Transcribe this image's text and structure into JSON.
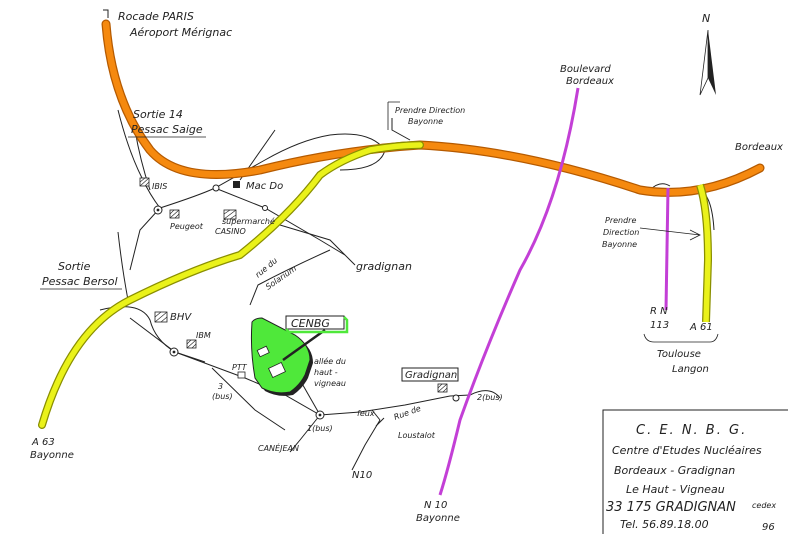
{
  "colors": {
    "rocade": "#f5890f",
    "rocade_edge": "#b55a00",
    "highway_yellow": "#eaf21a",
    "highway_yellow_edge": "#8a8f00",
    "n10_purple": "#c33fd6",
    "rn113_purple": "#c33fd6",
    "cenbg_green": "#4fe83a",
    "ink": "#222222"
  },
  "icons": {
    "north_arrow": "north-arrow-icon",
    "junction": "junction-circle-icon",
    "building": "hatched-building-icon",
    "macdo": "filled-square-icon",
    "bus_stop": "bus-stop-icon"
  },
  "labels": {
    "rocade_paris": "Rocade PARIS",
    "aeroport": "Aéroport Mérignac",
    "sortie14_a": "Sortie 14",
    "sortie14_b": "Pessac Saige",
    "prendre_direction_1a": "Prendre Direction",
    "prendre_direction_1b": "Bayonne",
    "boulevard_a": "Boulevard",
    "boulevard_b": "Bordeaux",
    "bordeaux": "Bordeaux",
    "ibis": "IBIS",
    "macdo": "Mac Do",
    "peugeot": "Peugeot",
    "supermarche": "supermarché",
    "casino": "CASINO",
    "gradignan_road": "gradignan",
    "rue_du": "rue du",
    "solarium": "Solarium",
    "sortie_bersol_a": "Sortie",
    "sortie_bersol_b": "Pessac Bersol",
    "bhv": "BHV",
    "ibm": "IBM",
    "cenbg": "CENBG",
    "allee_1": "allée du",
    "allee_2": "haut -",
    "allee_3": "vigneau",
    "ptt": "PTT",
    "bus3_a": "3",
    "bus3_b": "(bus)",
    "bus1": "1(bus)",
    "bus2": "2(bus)",
    "canejean": "CANÉJEAN",
    "feux": "feux",
    "rue_de": "Rue de",
    "loustalot": "Loustalot",
    "gradignan_box": "Gradignan",
    "n10_small": "N10",
    "n10": "N 10",
    "bayonne": "Bayonne",
    "a63": "A 63",
    "a63_bayonne": "Bayonne",
    "prendre_direction_2a": "Prendre",
    "prendre_direction_2b": "Direction",
    "prendre_direction_2c": "Bayonne",
    "rn": "R N",
    "rn_113": "113",
    "a61": "A 61",
    "toulouse": "Toulouse",
    "langon": "Langon",
    "north": "N"
  },
  "card": {
    "line1": "C. E. N. B. G.",
    "line2": "Centre d'Etudes Nucléaires",
    "line3": "Bordeaux - Gradignan",
    "line4": "Le Haut - Vigneau",
    "line5": "33 175  GRADIGNAN",
    "cedex": "cedex",
    "tel": "Tel.  56.89.18.00",
    "year": "96"
  }
}
